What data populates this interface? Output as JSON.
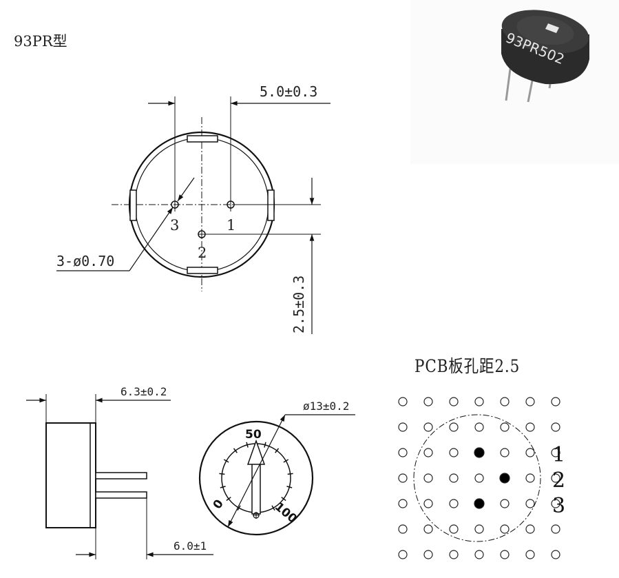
{
  "title": "93PR型",
  "top_view": {
    "dim_pitch": "5.0±0.3",
    "dim_vertical": "2.5±0.3",
    "dim_holes": "3-ø0.70",
    "pin_3": "3",
    "pin_2": "2",
    "pin_1": "1"
  },
  "side_view": {
    "dim_height": "6.3±0.2",
    "dim_pin": "6.0±1"
  },
  "front_view": {
    "dim_diameter": "ø13±0.2",
    "scale_50": "50",
    "scale_0": "0",
    "scale_100": "100"
  },
  "pcb": {
    "title": "PCB板孔距2.5",
    "pin_1": "1",
    "pin_2": "2",
    "pin_3": "3"
  },
  "photo": {
    "marking": "93PR502"
  }
}
